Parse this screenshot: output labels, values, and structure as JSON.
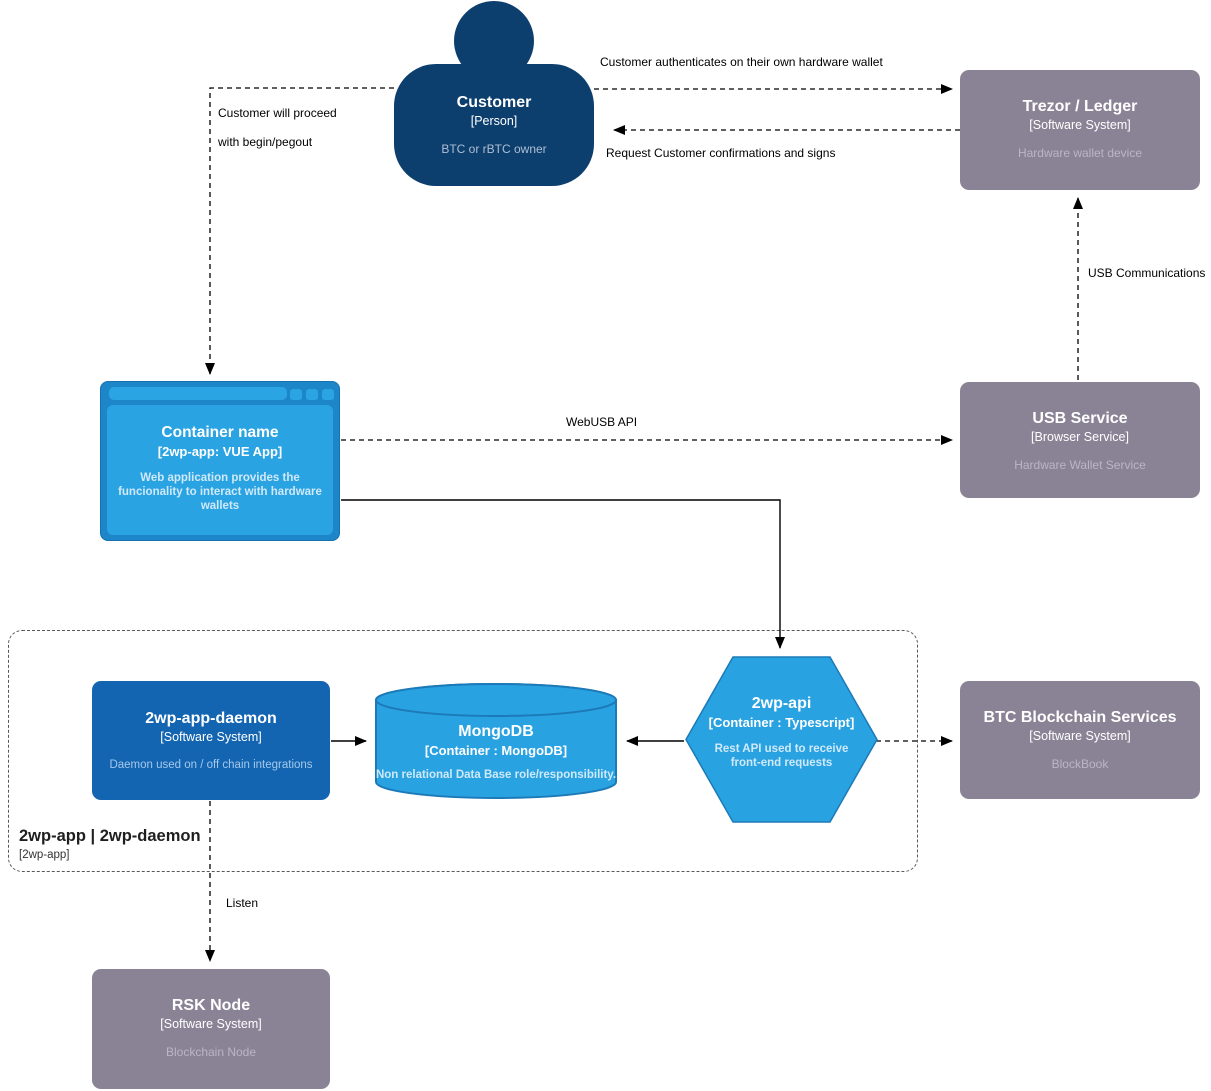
{
  "diagram": {
    "type": "c4-container-diagram",
    "nodes": {
      "customer": {
        "name": "Customer",
        "meta": "[Person]",
        "desc": "BTC or rBTC owner"
      },
      "trezor_ledger": {
        "name": "Trezor / Ledger",
        "meta": "[Software System]",
        "desc": "Hardware wallet device"
      },
      "web_app": {
        "name": "Container name",
        "meta": "[2wp-app: VUE App]",
        "desc": "Web application provides the funcionality to interact with hardware wallets"
      },
      "usb_service": {
        "name": "USB Service",
        "meta": "[Browser Service]",
        "desc": "Hardware Wallet Service"
      },
      "daemon": {
        "name": "2wp-app-daemon",
        "meta": "[Software System]",
        "desc": "Daemon used on / off chain integrations"
      },
      "mongodb": {
        "name": "MongoDB",
        "meta": "[Container : MongoDB]",
        "desc": "Non relational Data Base role/responsibility."
      },
      "api": {
        "name": "2wp-api",
        "meta": "[Container : Typescript]",
        "desc": "Rest API used to receive front-end requests"
      },
      "btc_services": {
        "name": "BTC Blockchain Services",
        "meta": "[Software System]",
        "desc": "BlockBook"
      },
      "rsk_node": {
        "name": "RSK Node",
        "meta": "[Software System]",
        "desc": "Blockchain Node"
      }
    },
    "boundary": {
      "name": "2wp-app | 2wp-daemon",
      "meta": "[2wp-app]"
    },
    "edge_labels": {
      "authenticate": "Customer authenticates on their own hardware wallet",
      "confirmations": "Request Customer confirmations and signs",
      "proceed_line1": "Customer will proceed",
      "proceed_line2": "with begin/pegout",
      "usb_communications": "USB Communications",
      "webusb_api": "WebUSB API",
      "listen": "Listen"
    },
    "colors": {
      "person_dark_blue": "#0d3f6e",
      "system_blue": "#1365b2",
      "container_light_blue": "#29a2e2",
      "container_border": "#1c7ab8",
      "external_gray": "#8a8396",
      "edge": "#000000"
    }
  }
}
